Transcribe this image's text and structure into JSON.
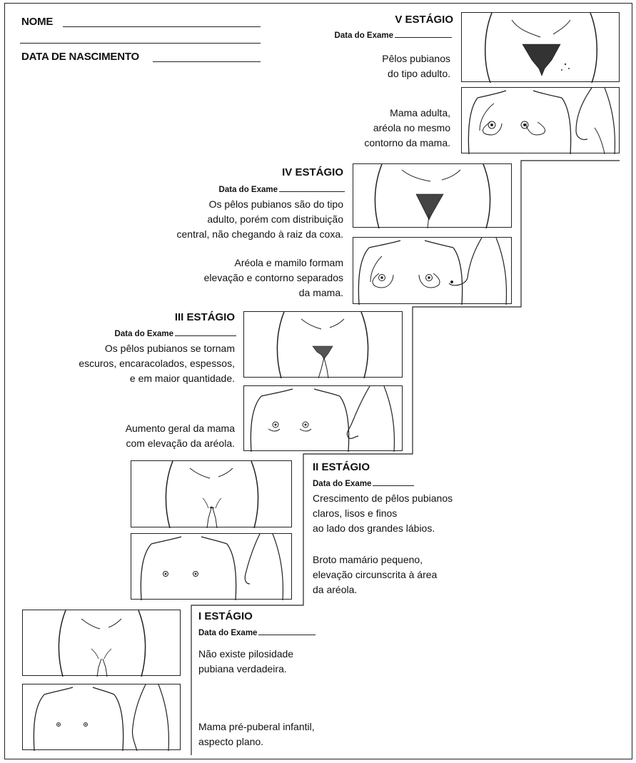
{
  "header": {
    "name_label": "NOME",
    "birth_label": "DATA DE NASCIMENTO"
  },
  "stages": {
    "v": {
      "title": "V ESTÁGIO",
      "date_label": "Data do Exame",
      "pubic_desc": [
        "Pêlos pubianos",
        "do tipo adulto."
      ],
      "breast_desc": [
        "Mama adulta,",
        "aréola no mesmo",
        "contorno da mama."
      ]
    },
    "iv": {
      "title": "IV ESTÁGIO",
      "date_label": "Data do Exame",
      "pubic_desc": [
        "Os pêlos pubianos são do tipo",
        "adulto, porém com distribuição",
        "central, não chegando à raiz da coxa."
      ],
      "breast_desc": [
        "Aréola e mamilo formam",
        "elevação e contorno separados",
        "da mama."
      ]
    },
    "iii": {
      "title": "III ESTÁGIO",
      "date_label": "Data do Exame",
      "pubic_desc": [
        "Os pêlos pubianos se tornam",
        "escuros, encaracolados, espessos,",
        "e em maior quantidade."
      ],
      "breast_desc": [
        "Aumento geral da mama",
        "com elevação da aréola."
      ]
    },
    "ii": {
      "title": "II ESTÁGIO",
      "date_label": "Data do Exame",
      "pubic_desc": [
        "Crescimento de pêlos pubianos",
        "claros, lisos e finos",
        "ao lado dos grandes lábios."
      ],
      "breast_desc": [
        "Broto mamário pequeno,",
        "elevação circunscrita à área",
        "da aréola."
      ]
    },
    "i": {
      "title": "I ESTÁGIO",
      "date_label": "Data do Exame",
      "pubic_desc": [
        "Não existe pilosidade",
        "pubiana verdadeira."
      ],
      "breast_desc": [
        "Mama pré-puberal infantil,",
        "aspecto plano."
      ]
    }
  }
}
